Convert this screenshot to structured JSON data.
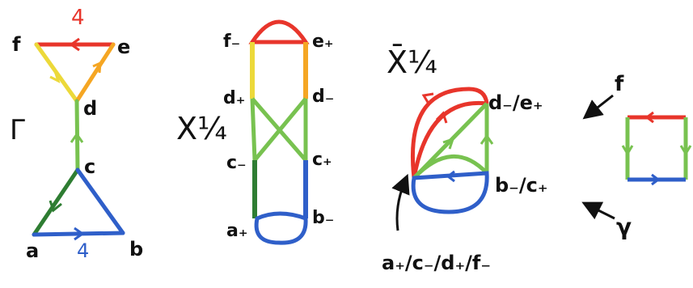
{
  "colors": {
    "red": "#e8352b",
    "yellow": "#ecd93a",
    "orange": "#f5a623",
    "green": "#78c250",
    "dark_green": "#2e7d32",
    "blue": "#2f5fc9",
    "ink": "#111111"
  },
  "graph_gamma": {
    "name": "Γ",
    "vertex_labels": {
      "f": "f",
      "e": "e",
      "d": "d",
      "c": "c",
      "a": "a",
      "b": "b"
    },
    "edge_weight_top": "4",
    "edge_weight_bottom": "4"
  },
  "graph_x14": {
    "name": "X¼",
    "vertex_labels": {
      "f_minus": "f₋",
      "e_plus": "e₊",
      "d_plus": "d₊",
      "d_minus": "d₋",
      "c_minus": "c₋",
      "c_plus": "c₊",
      "a_plus": "a₊",
      "b_minus": "b₋"
    }
  },
  "graph_xbar14": {
    "name": "X̄¼",
    "vertex_labels": {
      "top": "d₋/e₊",
      "right": "b₋/c₊",
      "bottom_note": "a₊/c₋/d₊/f₋"
    }
  },
  "map_labels": {
    "upper": "f",
    "lower": "γ"
  }
}
